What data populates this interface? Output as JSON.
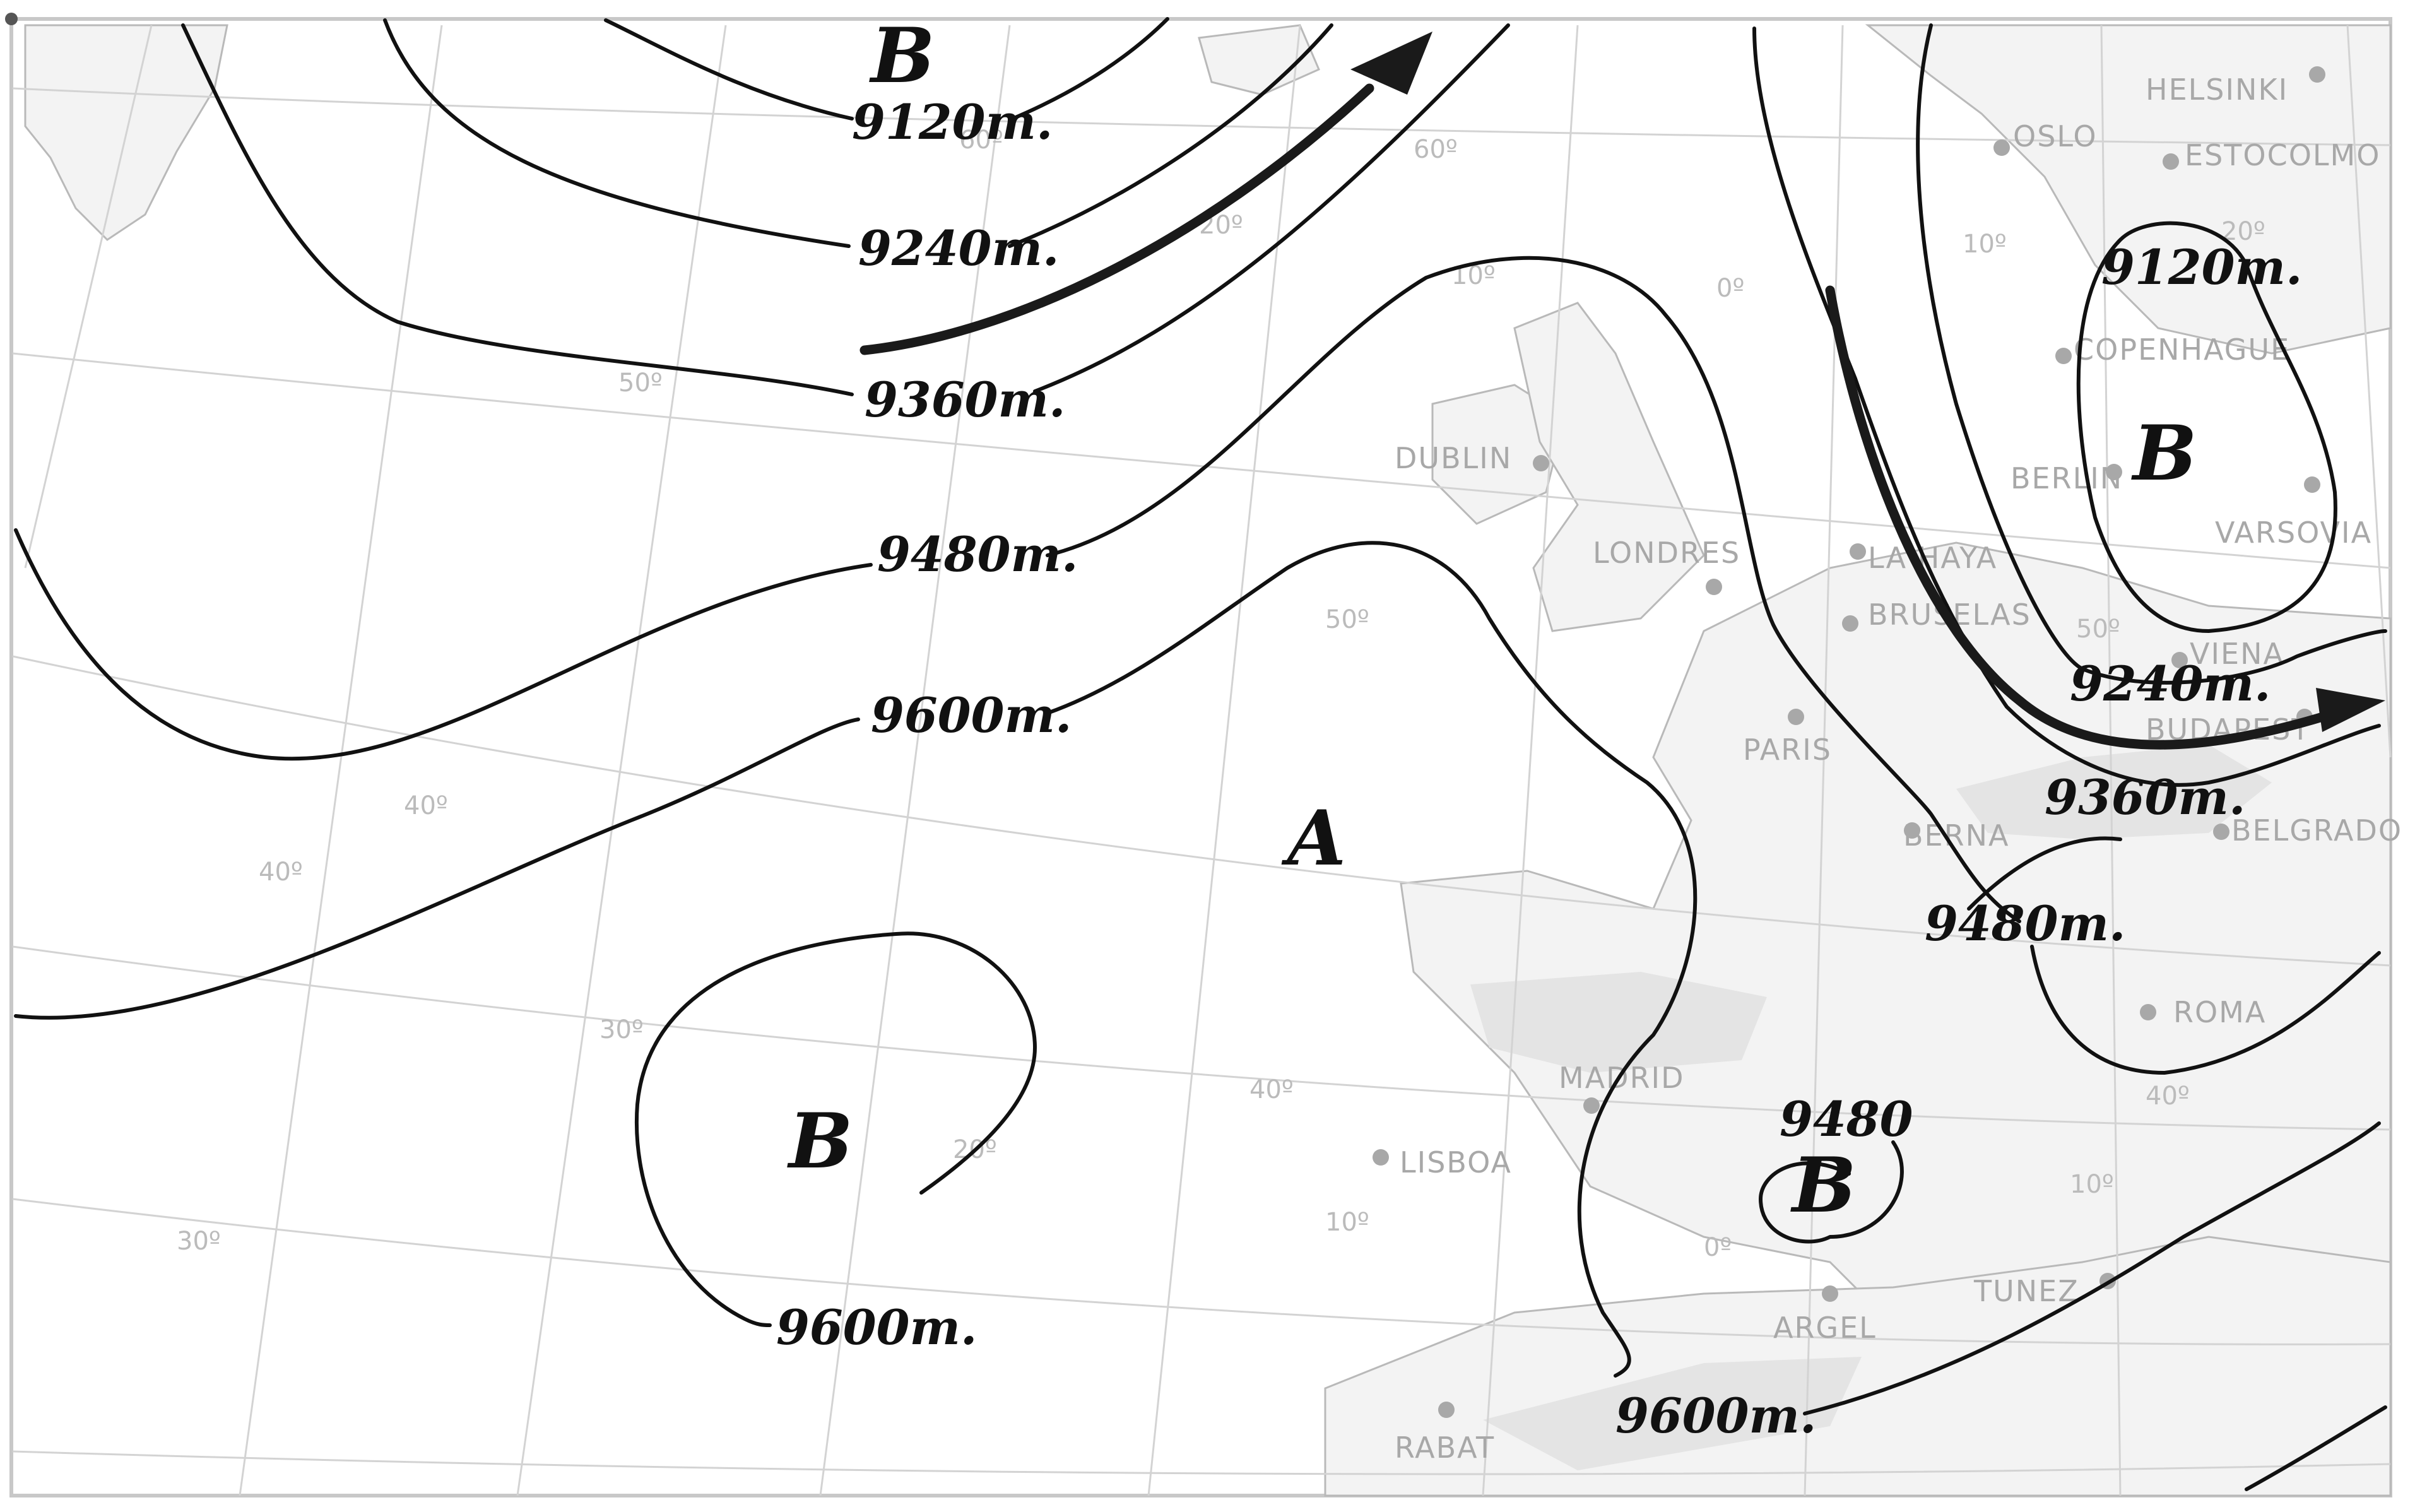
{
  "map": {
    "pressure_centers": [
      {
        "id": "low-north",
        "symbol": "B"
      },
      {
        "id": "low-east",
        "symbol": "B"
      },
      {
        "id": "high-atlantic",
        "symbol": "A"
      },
      {
        "id": "low-southwest",
        "symbol": "B"
      },
      {
        "id": "low-mediterranean",
        "symbol": "B"
      }
    ],
    "isohypse_labels": [
      {
        "id": "iso-9120-north",
        "text": "9120m."
      },
      {
        "id": "iso-9240-north",
        "text": "9240m."
      },
      {
        "id": "iso-9360-north",
        "text": "9360m."
      },
      {
        "id": "iso-9480-west",
        "text": "9480m."
      },
      {
        "id": "iso-9600-west",
        "text": "9600m."
      },
      {
        "id": "iso-9120-east",
        "text": "9120m."
      },
      {
        "id": "iso-9240-east",
        "text": "9240m."
      },
      {
        "id": "iso-9360-east",
        "text": "9360m."
      },
      {
        "id": "iso-9480-south",
        "text": "9480m."
      },
      {
        "id": "iso-9480-med",
        "text": "9480"
      },
      {
        "id": "iso-9600-sw",
        "text": "9600m."
      },
      {
        "id": "iso-9600-south",
        "text": "9600m."
      }
    ],
    "cities": [
      {
        "id": "helsinki",
        "name": "HELSINKI"
      },
      {
        "id": "oslo",
        "name": "OSLO"
      },
      {
        "id": "estocolmo",
        "name": "ESTOCOLMO"
      },
      {
        "id": "copenhague",
        "name": "COPENHAGUE"
      },
      {
        "id": "berlin",
        "name": "BERLIN"
      },
      {
        "id": "varsovia",
        "name": "VARSOVIA"
      },
      {
        "id": "dublin",
        "name": "DUBLIN"
      },
      {
        "id": "londres",
        "name": "LONDRES"
      },
      {
        "id": "la-haya",
        "name": "LA HAYA"
      },
      {
        "id": "bruselas",
        "name": "BRUSELAS"
      },
      {
        "id": "viena",
        "name": "VIENA"
      },
      {
        "id": "budapest",
        "name": "BUDAPEST"
      },
      {
        "id": "paris",
        "name": "PARIS"
      },
      {
        "id": "berna",
        "name": "BERNA"
      },
      {
        "id": "belgrado",
        "name": "BELGRADO"
      },
      {
        "id": "roma",
        "name": "ROMA"
      },
      {
        "id": "madrid",
        "name": "MADRID"
      },
      {
        "id": "lisboa",
        "name": "LISBOA"
      },
      {
        "id": "argel",
        "name": "ARGEL"
      },
      {
        "id": "tunez",
        "name": "TUNEZ"
      },
      {
        "id": "rabat",
        "name": "RABAT"
      }
    ],
    "graticule_labels": [
      {
        "id": "lat-60",
        "text": "60º"
      },
      {
        "id": "lon-20e",
        "text": "20º"
      },
      {
        "id": "lat-60b",
        "text": "60º"
      },
      {
        "id": "lon-0",
        "text": "0º"
      },
      {
        "id": "lon-10",
        "text": "10º"
      },
      {
        "id": "lon-20",
        "text": "20º"
      },
      {
        "id": "lat-50w",
        "text": "50º"
      },
      {
        "id": "lon-10b",
        "text": "10º"
      },
      {
        "id": "lat-50",
        "text": "50º"
      },
      {
        "id": "lat-50e",
        "text": "50º"
      },
      {
        "id": "lat-40w",
        "text": "40º"
      },
      {
        "id": "lon-40",
        "text": "40º"
      },
      {
        "id": "lat-30",
        "text": "30º"
      },
      {
        "id": "lon-20w",
        "text": "20º"
      },
      {
        "id": "lat-40",
        "text": "40º"
      },
      {
        "id": "lat-40e",
        "text": "40º"
      },
      {
        "id": "lon-10w",
        "text": "10º"
      },
      {
        "id": "lon-0b",
        "text": "0º"
      },
      {
        "id": "lon-10e",
        "text": "10º"
      },
      {
        "id": "lon-30",
        "text": "30º"
      }
    ]
  }
}
